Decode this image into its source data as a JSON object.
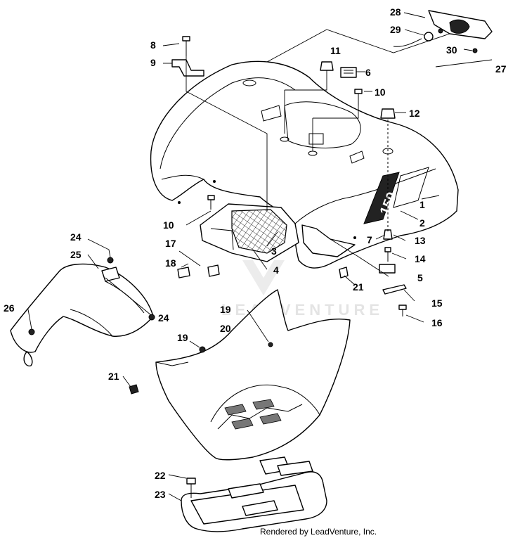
{
  "diagram": {
    "callouts": [
      "1",
      "2",
      "3",
      "4",
      "5",
      "6",
      "7",
      "8",
      "9",
      "10",
      "10",
      "11",
      "12",
      "13",
      "14",
      "15",
      "16",
      "17",
      "18",
      "19",
      "19",
      "20",
      "21",
      "21",
      "22",
      "23",
      "24",
      "24",
      "25",
      "26",
      "27",
      "28",
      "29",
      "30"
    ],
    "decal_text": "150",
    "watermark": "LEADVENTURE",
    "credit": "Rendered by LeadVenture, Inc."
  }
}
